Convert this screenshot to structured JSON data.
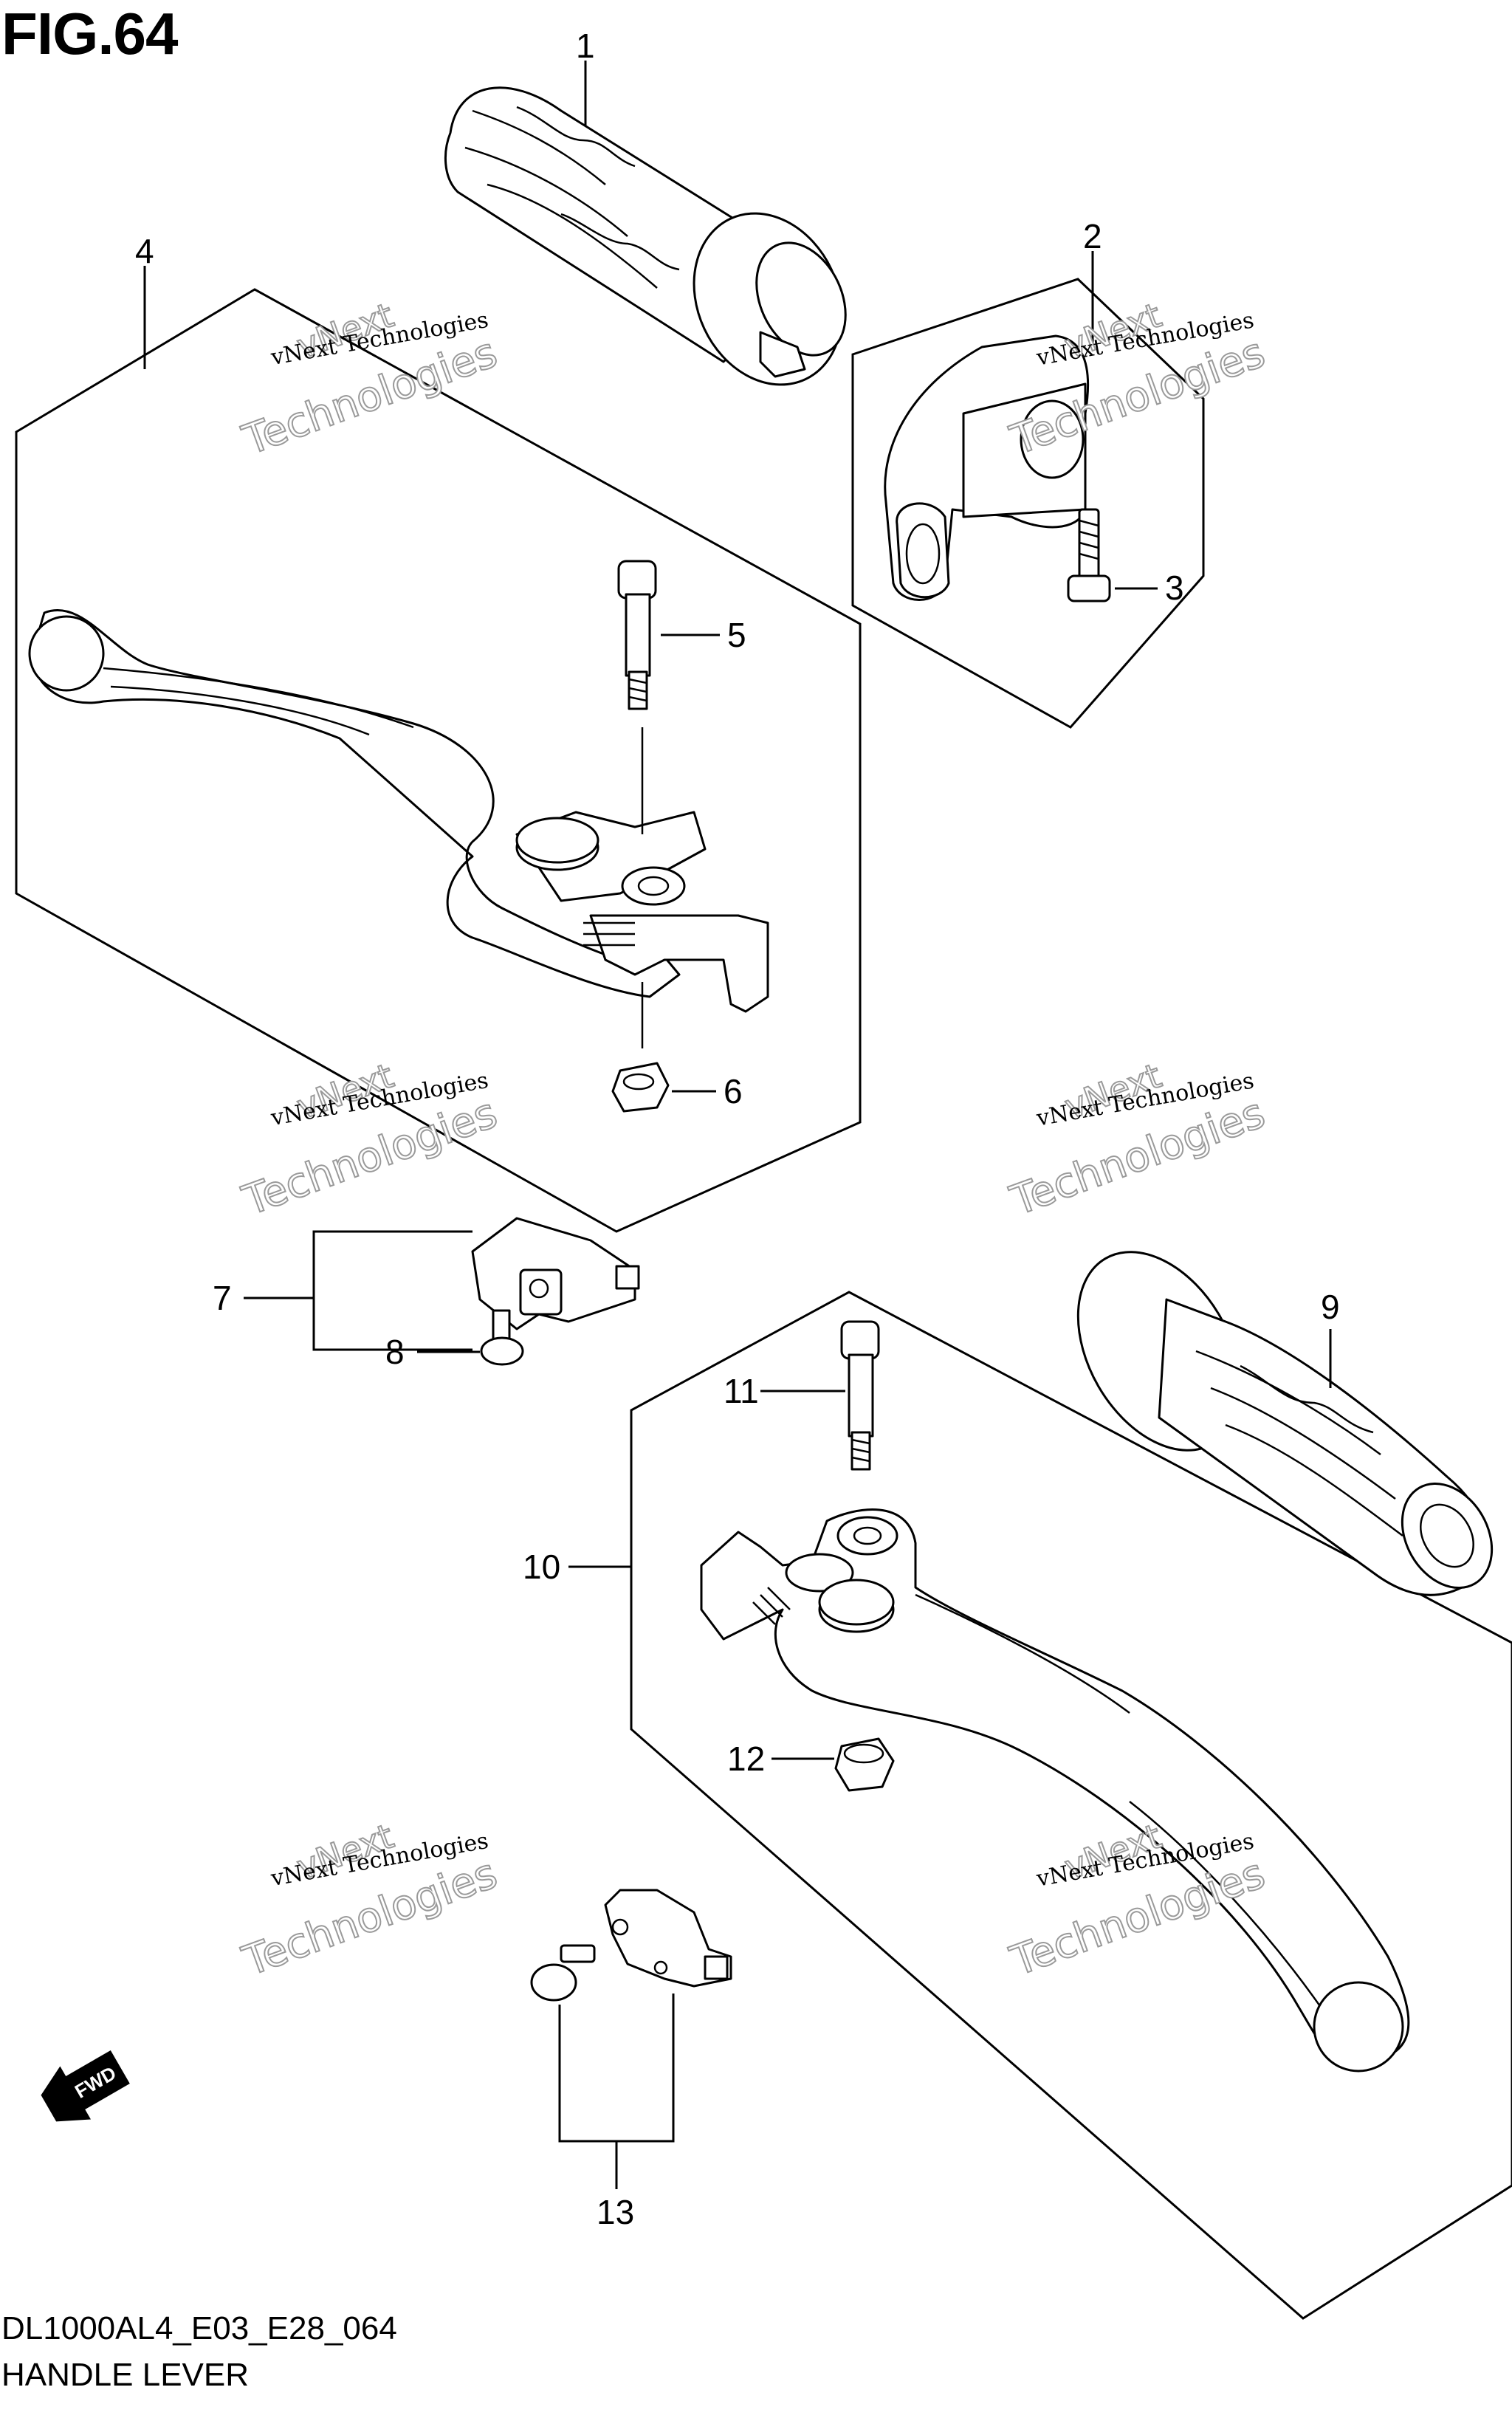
{
  "figure": {
    "title": "FIG.64",
    "model_code": "DL1000AL4_E03_E28_064",
    "name": "HANDLE LEVER"
  },
  "callouts": [
    "1",
    "2",
    "3",
    "4",
    "5",
    "6",
    "7",
    "8",
    "9",
    "10",
    "11",
    "12",
    "13"
  ],
  "watermark": {
    "line1": "vNext Technologies",
    "line2": "vNext",
    "line3": "Technologies"
  },
  "fwd_label": "FWD",
  "colors": {
    "ink": "#000000",
    "watermark_outline": "#9a9a9a",
    "background": "#ffffff"
  }
}
